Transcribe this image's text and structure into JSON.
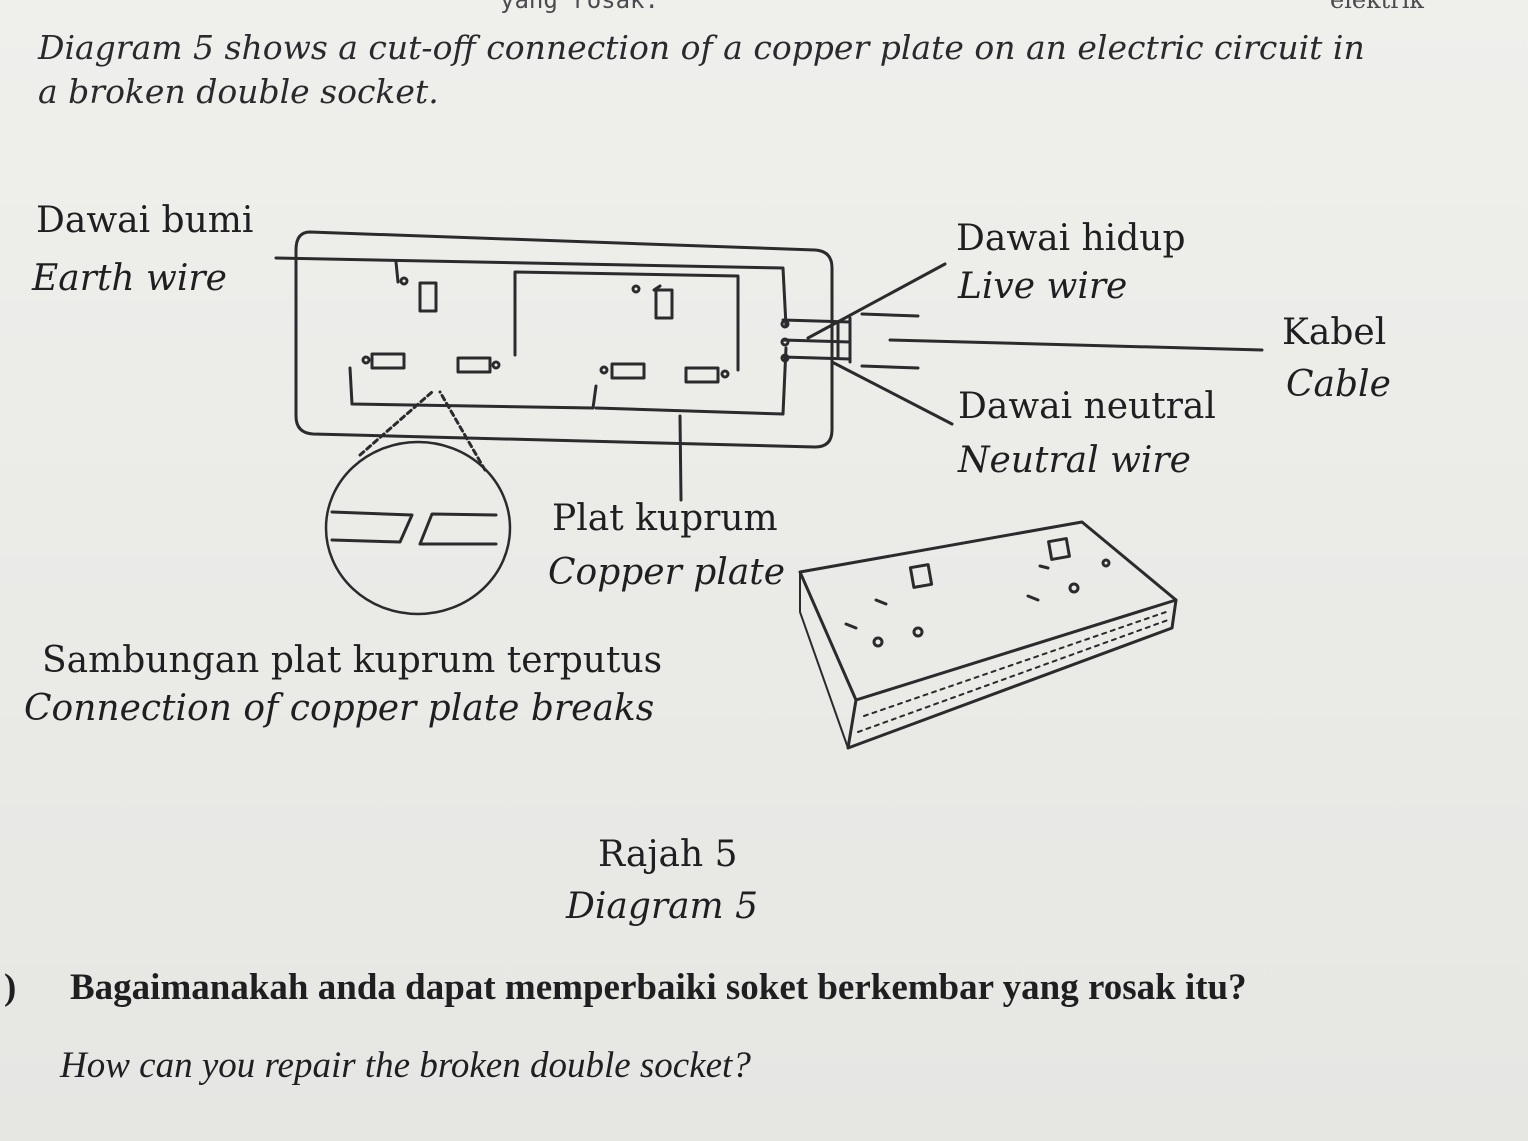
{
  "header": {
    "fragment_left": "yang rosak.",
    "fragment_right": "elektrik"
  },
  "intro": {
    "line1": "Diagram 5 shows a cut-off connection of a copper plate on an electric circuit in",
    "line2": "a broken double socket."
  },
  "labels": {
    "earth_malay": "Dawai bumi",
    "earth_english": "Earth wire",
    "live_malay": "Dawai hidup",
    "live_english": "Live wire",
    "cable_malay": "Kabel",
    "cable_english": "Cable",
    "neutral_malay": "Dawai neutral",
    "neutral_english": "Neutral wire",
    "copper_malay": "Plat kuprum",
    "copper_english": "Copper plate",
    "break_malay": "Sambungan plat kuprum terputus",
    "break_english": "Connection of copper plate breaks"
  },
  "caption": {
    "malay": "Rajah 5",
    "english": "Diagram 5"
  },
  "question": {
    "number_mark": ")",
    "malay": "Bagaimanakah anda dapat memperbaiki soket berkembar yang rosak itu?",
    "english": "How can you repair the broken double socket?"
  }
}
